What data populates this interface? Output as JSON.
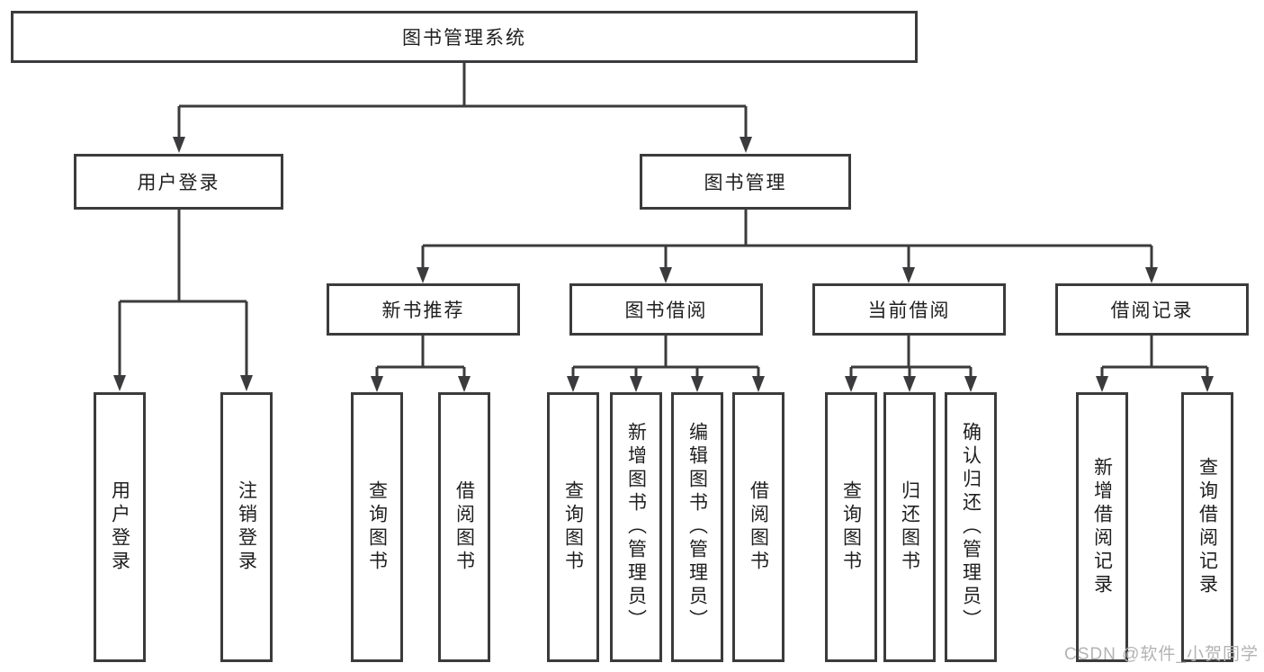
{
  "colors": {
    "line": "#3b3b3d",
    "text": "#1f1f1f",
    "watermark": "#b3b3b3",
    "background": "#ffffff"
  },
  "watermark": {
    "text": "CSDN @软件_小贺同学"
  },
  "chart": {
    "type": "hierarchy-diagram",
    "root": {
      "label": "图书管理系统"
    },
    "branches": [
      {
        "label": "用户登录",
        "children": [
          {
            "label": "用户登录"
          },
          {
            "label": "注销登录"
          }
        ]
      },
      {
        "label": "图书管理",
        "children": [
          {
            "label": "新书推荐",
            "children": [
              {
                "label": "查询图书"
              },
              {
                "label": "借阅图书"
              }
            ]
          },
          {
            "label": "图书借阅",
            "children": [
              {
                "label": "查询图书"
              },
              {
                "label": "新增图书（管理员）"
              },
              {
                "label": "编辑图书（管理员）"
              },
              {
                "label": "借阅图书"
              }
            ]
          },
          {
            "label": "当前借阅",
            "children": [
              {
                "label": "查询图书"
              },
              {
                "label": "归还图书"
              },
              {
                "label": "确认归还（管理员）"
              }
            ]
          },
          {
            "label": "借阅记录",
            "children": [
              {
                "label": "新增借阅记录"
              },
              {
                "label": "查询借阅记录"
              }
            ]
          }
        ]
      }
    ]
  }
}
